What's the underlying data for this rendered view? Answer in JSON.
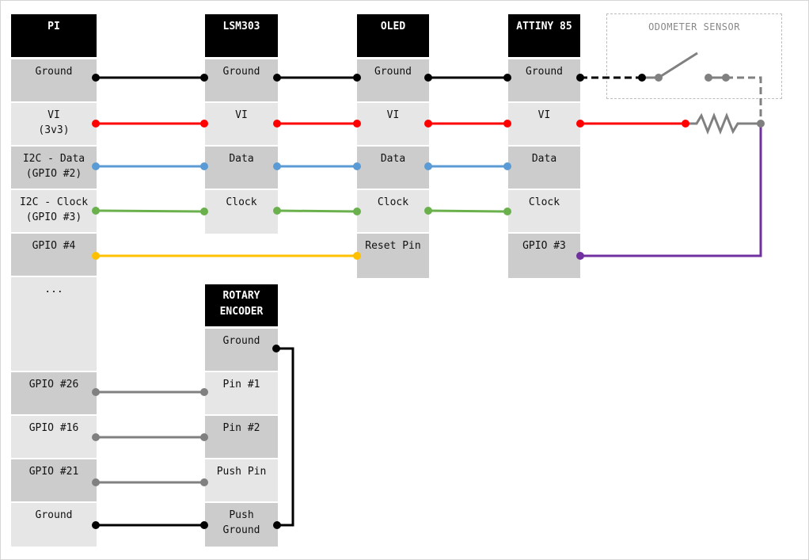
{
  "modules": {
    "pi": {
      "title": "PI",
      "pins": [
        "Ground",
        "VI\n(3v3)",
        "I2C - Data\n(GPIO #2)",
        "I2C - Clock\n(GPIO #3)",
        "GPIO #4",
        "...",
        "GPIO #26",
        "GPIO #16",
        "GPIO #21",
        "Ground"
      ]
    },
    "lsm303": {
      "title": "LSM303",
      "pins": [
        "Ground",
        "VI",
        "Data",
        "Clock"
      ]
    },
    "oled": {
      "title": "OLED",
      "pins": [
        "Ground",
        "VI",
        "Data",
        "Clock",
        "Reset Pin"
      ]
    },
    "attiny": {
      "title": "ATTINY 85",
      "pins": [
        "Ground",
        "VI",
        "Data",
        "Clock",
        "GPIO #3"
      ]
    },
    "rotary": {
      "title": "ROTARY\nENCODER",
      "pins": [
        "Ground",
        "Pin #1",
        "Pin #2",
        "Push Pin",
        "Push\nGround"
      ]
    },
    "odometer": {
      "title": "ODOMETER SENSOR"
    }
  },
  "wire_colors": {
    "ground": "#000000",
    "power": "#ff0000",
    "data": "#5b9bd5",
    "clock": "#6ab04c",
    "reset": "#ffc000",
    "signal": "#7030a0",
    "encoder": "#808080"
  }
}
